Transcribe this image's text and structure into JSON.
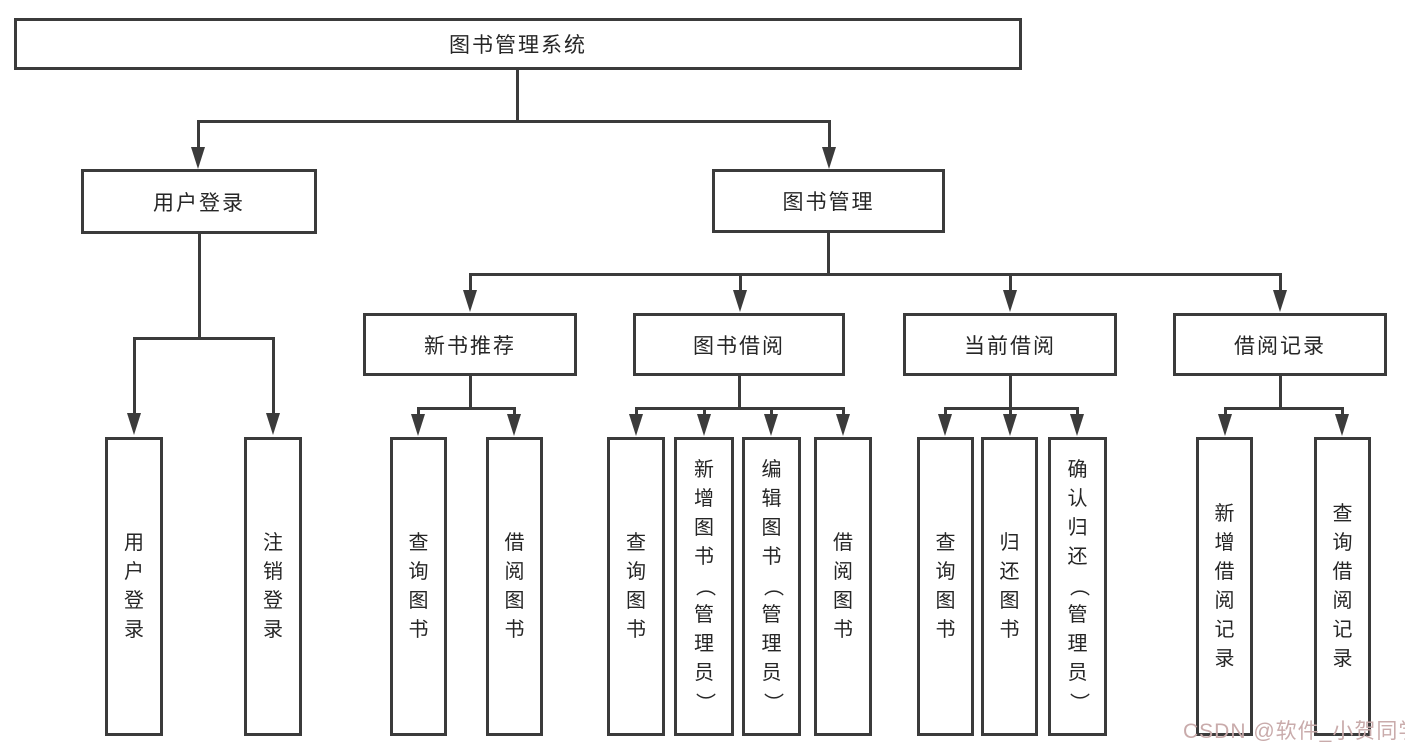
{
  "palette": {
    "line": "#3b3b3b",
    "text": "#262626",
    "background": "#ffffff",
    "watermark": "#c9abab"
  },
  "tree": {
    "root": {
      "label": "图书管理系统"
    },
    "level2": [
      {
        "label": "用户登录"
      },
      {
        "label": "图书管理"
      }
    ],
    "level3": [
      {
        "label": "新书推荐"
      },
      {
        "label": "图书借阅"
      },
      {
        "label": "当前借阅"
      },
      {
        "label": "借阅记录"
      }
    ],
    "leaves": {
      "user_login": [
        {
          "label": "用户登录"
        },
        {
          "label": "注销登录"
        }
      ],
      "new_book": [
        {
          "label": "查询图书"
        },
        {
          "label": "借阅图书"
        }
      ],
      "book_borrow": [
        {
          "label": "查询图书"
        },
        {
          "label": "新增图书（管理员）"
        },
        {
          "label": "编辑图书（管理员）"
        },
        {
          "label": "借阅图书"
        }
      ],
      "current_borrow": [
        {
          "label": "查询图书"
        },
        {
          "label": "归还图书"
        },
        {
          "label": "确认归还（管理员）"
        }
      ],
      "borrow_record": [
        {
          "label": "新增借阅记录"
        },
        {
          "label": "查询借阅记录"
        }
      ]
    }
  },
  "watermark": {
    "text": "CSDN @软件_小贺同学"
  }
}
